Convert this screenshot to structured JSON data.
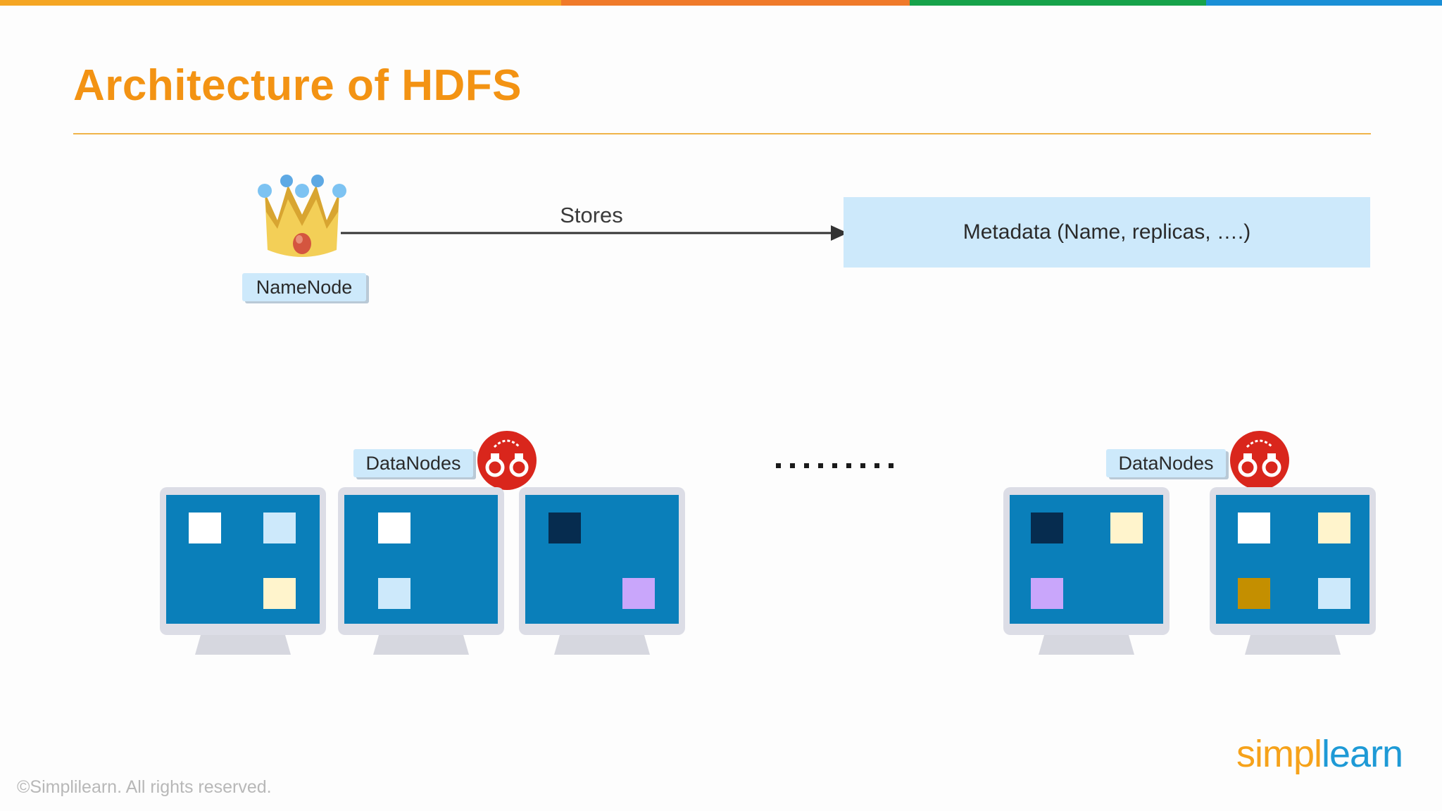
{
  "slide": {
    "title": "Architecture of HDFS",
    "footer": "©Simplilearn. All rights reserved.",
    "logo": {
      "part1": "simpl",
      "part2": "learn"
    }
  },
  "colors": {
    "topbar": [
      "#f5a623",
      "#f07a2a",
      "#17a34a",
      "#1a8fd6"
    ],
    "title": "#f39313",
    "label_bg": "#cde9fb",
    "screen": "#0a7fba",
    "badge": "#d9261c"
  },
  "namenode": {
    "label": "NameNode",
    "icon": "crown-icon"
  },
  "relation": {
    "label": "Stores"
  },
  "metadata": {
    "label": "Metadata (Name, replicas, ….)"
  },
  "datanode_groups": [
    {
      "label": "DataNodes",
      "icon": "handcuffs-icon"
    },
    {
      "label": "DataNodes",
      "icon": "handcuffs-icon"
    }
  ],
  "ellipsis_icon": "dotted-ellipsis",
  "computers": [
    {
      "blocks": [
        "#ffffff",
        "#cde9fb",
        "#0a7fba",
        "#fff4cc"
      ]
    },
    {
      "blocks": [
        "#ffffff",
        "#0a7fba",
        "#cde9fb",
        "#0a7fba"
      ]
    },
    {
      "blocks": [
        "#062c4f",
        "#0a7fba",
        "#0a7fba",
        "#c9a6fb"
      ]
    },
    {
      "blocks": [
        "#062c4f",
        "#fff4cc",
        "#c9a6fb",
        "#0a7fba"
      ]
    },
    {
      "blocks": [
        "#ffffff",
        "#fff4cc",
        "#c48f00",
        "#cde9fb"
      ]
    }
  ]
}
